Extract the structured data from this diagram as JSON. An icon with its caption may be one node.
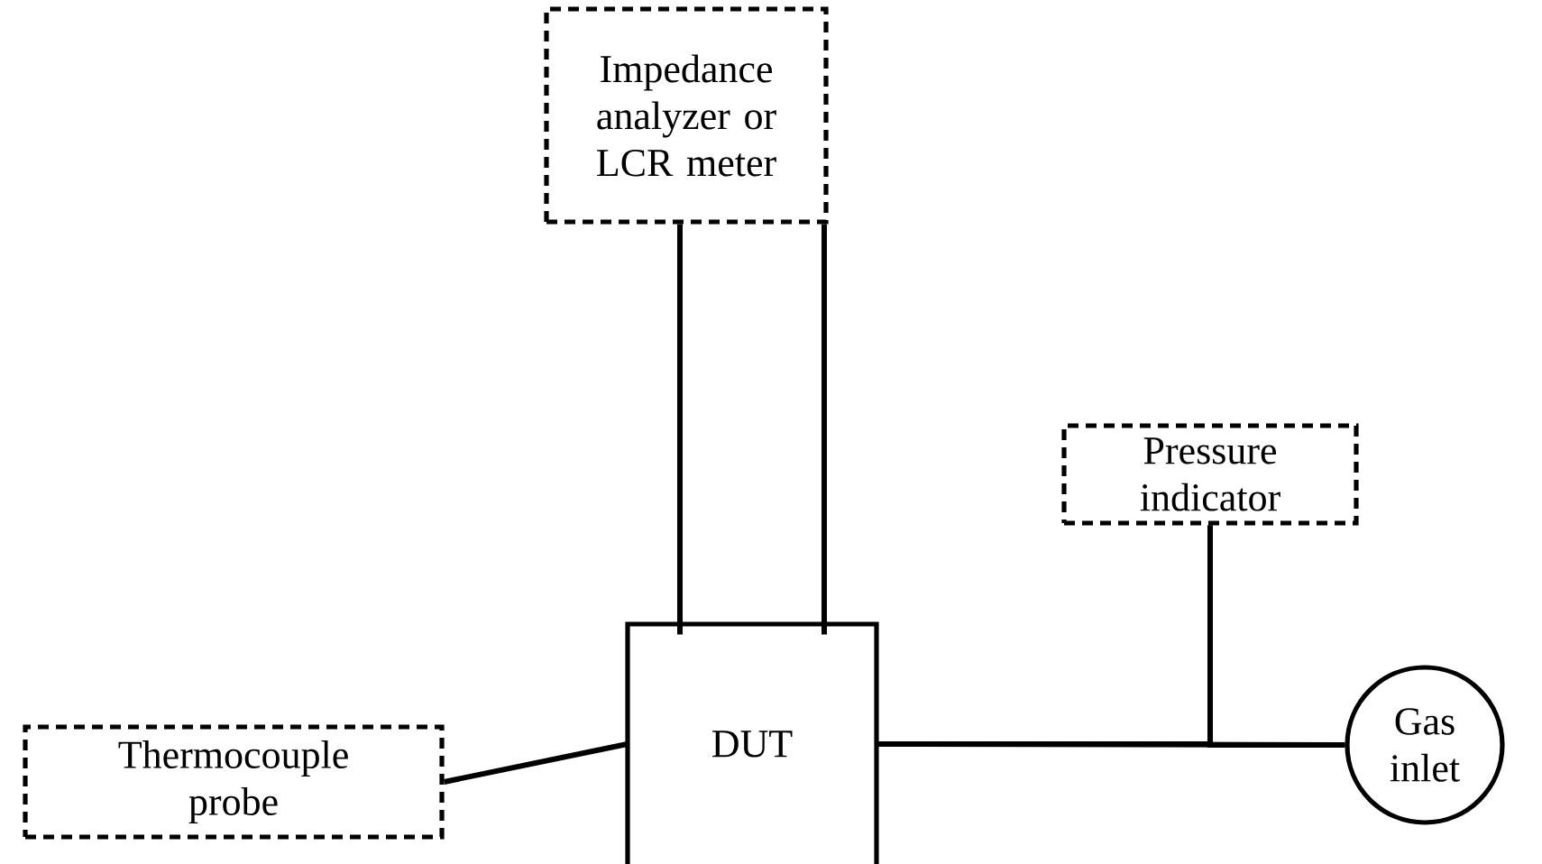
{
  "diagram": {
    "nodes": [
      {
        "text": [
          "Impedance analyzer or LCR meter"
        ]
      },
      {
        "text": [
          "Pressure indicator"
        ]
      },
      {
        "text": [
          "Thermocouple probe"
        ]
      },
      {
        "text": [
          "DUT"
        ]
      },
      {
        "text": [
          "Gas inlet"
        ]
      }
    ],
    "edges": [
      {
        "from": 0,
        "to": 3,
        "arrow": "none"
      },
      {
        "from": 0,
        "to": 3,
        "arrow": "none"
      },
      {
        "from": 2,
        "to": 3,
        "arrow": "none"
      },
      {
        "from": 3,
        "to": 4,
        "arrow": "none"
      },
      {
        "from": 1,
        "to": 3,
        "arrow": "none"
      },
      {
        "from": 1,
        "to": 4,
        "arrow": "none"
      }
    ]
  }
}
